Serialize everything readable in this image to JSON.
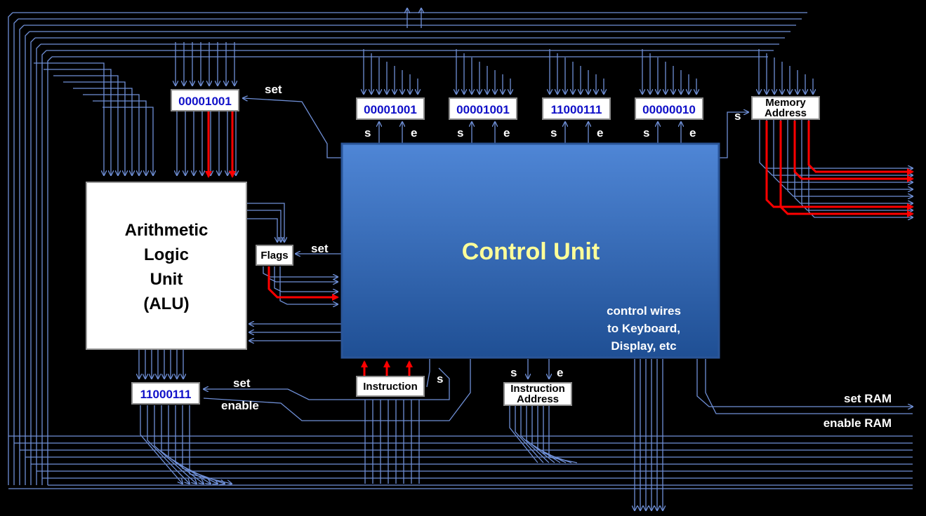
{
  "alu": {
    "lines": [
      "Arithmetic",
      "Logic",
      "Unit",
      "(ALU)"
    ]
  },
  "control_unit": {
    "title": "Control Unit",
    "note_lines": [
      "control wires",
      "to Keyboard,",
      "Display, etc"
    ]
  },
  "registers": {
    "alu_input": "00001001",
    "alu_output": "11000111",
    "r1": "00001001",
    "r2": "00001001",
    "r3": "11000111",
    "r4": "00000010"
  },
  "boxes": {
    "flags": "Flags",
    "instruction": "Instruction",
    "instruction_address_lines": [
      "Instruction",
      "Address"
    ],
    "memory_address_lines": [
      "Memory",
      "Address"
    ]
  },
  "labels": {
    "set": "set",
    "enable": "enable",
    "s": "s",
    "e": "e",
    "set_ram": "set RAM",
    "enable_ram": "enable RAM"
  },
  "colors": {
    "background": "#000000",
    "wire": "#6f8fd6",
    "active_wire": "#ff0000",
    "control_unit_fill": "#3a6fbf",
    "register_text": "#1010c8",
    "control_unit_text": "#ffff99"
  }
}
